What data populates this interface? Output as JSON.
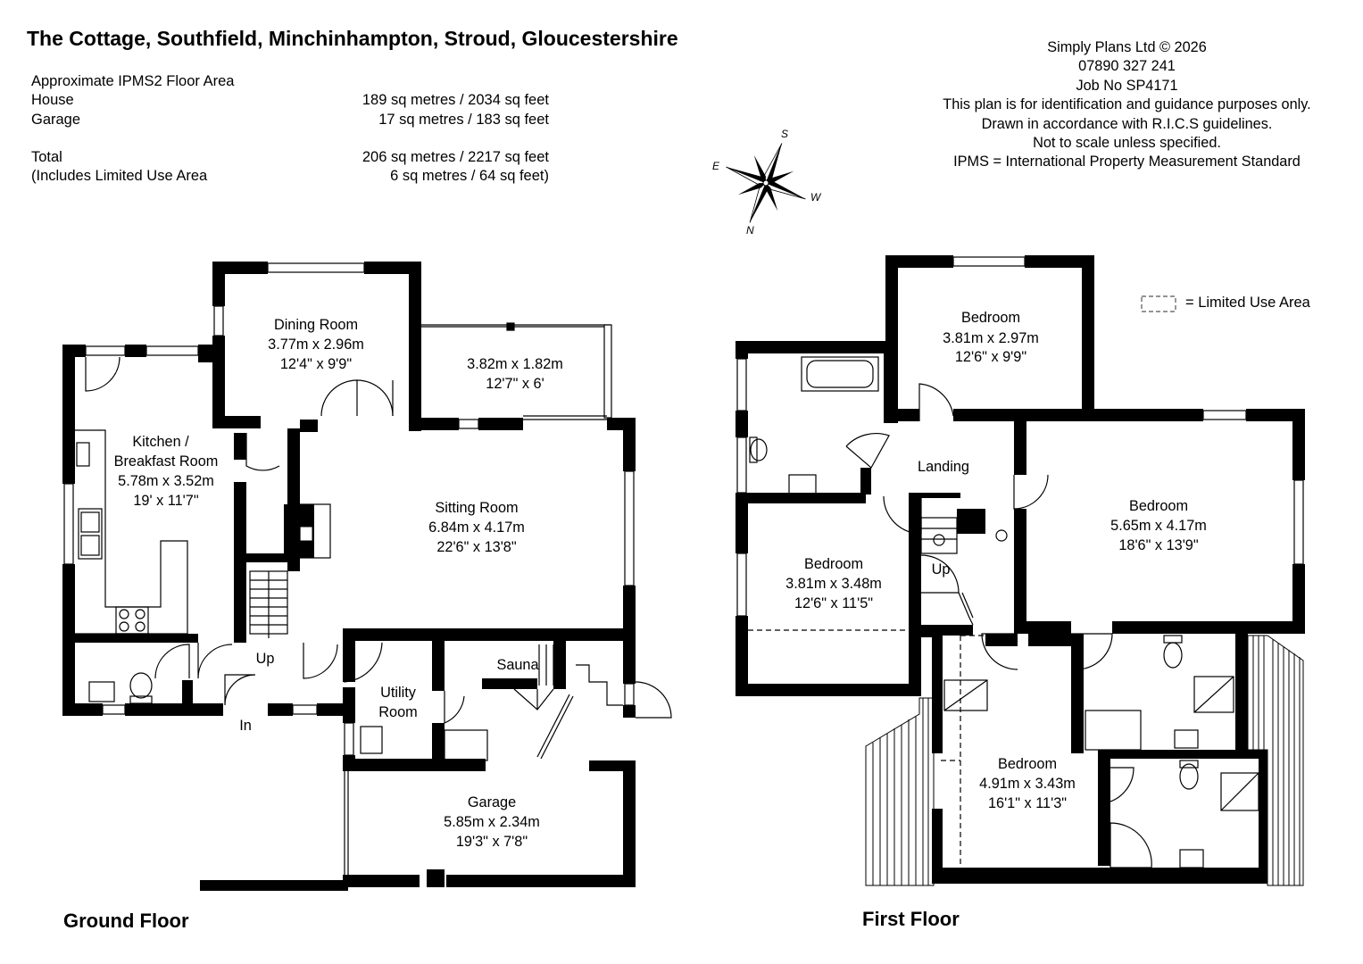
{
  "title": "The Cottage, Southfield, Minchinhampton, Stroud, Gloucestershire",
  "area_summary": {
    "heading": "Approximate IPMS2 Floor Area",
    "rows": [
      {
        "label": "House",
        "value": "189 sq metres / 2034 sq feet"
      },
      {
        "label": "Garage",
        "value": "17 sq metres /  183 sq feet"
      },
      {
        "label": "",
        "value": ""
      },
      {
        "label": "Total",
        "value": "206 sq metres / 2217 sq feet"
      },
      {
        "label": "(Includes Limited Use Area",
        "value": "6 sq metres /     64 sq feet)"
      }
    ]
  },
  "credits": [
    "Simply Plans Ltd © 2026",
    "07890 327 241",
    "Job No SP4171",
    "This plan is for identification and guidance purposes only.",
    "Drawn in accordance with R.I.C.S guidelines.",
    "Not to scale unless specified.",
    "IPMS = International Property Measurement Standard"
  ],
  "compass": {
    "icon": "compass-rose-icon",
    "n": "N",
    "s": "S",
    "e": "E",
    "w": "W"
  },
  "legend": {
    "limited_use": "= Limited Use Area"
  },
  "ground_floor": {
    "label": "Ground Floor",
    "rooms": {
      "dining": {
        "name": "Dining Room",
        "metric": "3.77m x 2.96m",
        "imperial": "12'4\" x 9'9\""
      },
      "conservatory": {
        "metric": "3.82m x 1.82m",
        "imperial": "12'7\" x 6'"
      },
      "kitchen": {
        "name1": "Kitchen /",
        "name2": "Breakfast Room",
        "metric": "5.78m x 3.52m",
        "imperial": "19' x 11'7\""
      },
      "sitting": {
        "name": "Sitting Room",
        "metric": "6.84m x 4.17m",
        "imperial": "22'6\" x 13'8\""
      },
      "sauna": {
        "name": "Sauna"
      },
      "utility": {
        "name1": "Utility",
        "name2": "Room"
      },
      "garage": {
        "name": "Garage",
        "metric": "5.85m x 2.34m",
        "imperial": "19'3\" x 7'8\""
      }
    },
    "up": "Up",
    "in": "In"
  },
  "first_floor": {
    "label": "First Floor",
    "rooms": {
      "bed_top": {
        "name": "Bedroom",
        "metric": "3.81m x 2.97m",
        "imperial": "12'6\" x 9'9\""
      },
      "landing": {
        "name": "Landing"
      },
      "bed_right": {
        "name": "Bedroom",
        "metric": "5.65m x 4.17m",
        "imperial": "18'6\" x 13'9\""
      },
      "bed_left": {
        "name": "Bedroom",
        "metric": "3.81m x 3.48m",
        "imperial": "12'6\" x 11'5\""
      },
      "bed_bottom": {
        "name": "Bedroom",
        "metric": "4.91m x 3.43m",
        "imperial": "16'1\" x 11'3\""
      }
    },
    "up": "Up"
  }
}
